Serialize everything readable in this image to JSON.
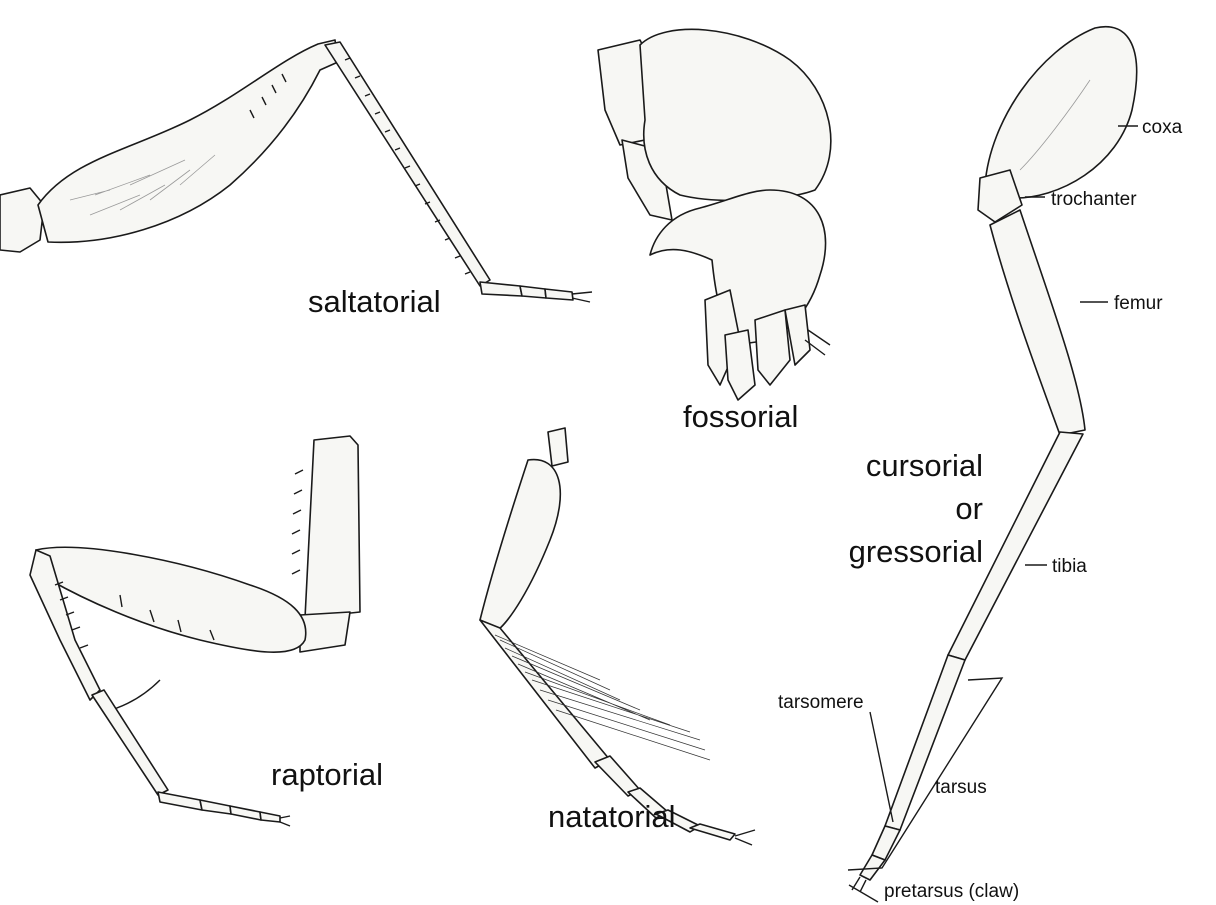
{
  "leg_types": {
    "saltatorial": "saltatorial",
    "fossorial": "fossorial",
    "raptorial": "raptorial",
    "natatorial": "natatorial",
    "cursorial_line1": "cursorial",
    "cursorial_line2": "or",
    "cursorial_line3": "gressorial"
  },
  "parts": {
    "coxa": "coxa",
    "trochanter": "trochanter",
    "femur": "femur",
    "tibia": "tibia",
    "tarsomere": "tarsomere",
    "tarsus": "tarsus",
    "pretarsus": "pretarsus (claw)"
  }
}
